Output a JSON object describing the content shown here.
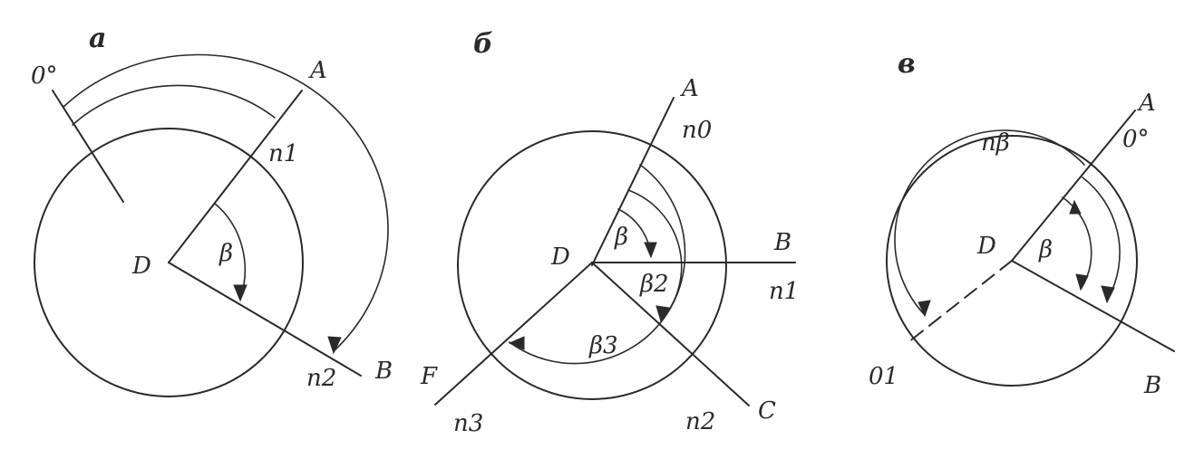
{
  "panels": {
    "a": {
      "title": "а",
      "labels": {
        "zero": "0°",
        "A": "A",
        "n1": "n1",
        "D": "D",
        "beta": "β",
        "n2": "n2",
        "B": "B"
      }
    },
    "b": {
      "title": "б",
      "labels": {
        "A": "A",
        "n0": "n0",
        "D": "D",
        "beta": "β",
        "B": "B",
        "n1": "n1",
        "beta2": "β2",
        "beta3": "β3",
        "F": "F",
        "n3": "n3",
        "n2": "n2",
        "C": "C"
      }
    },
    "c": {
      "title": "в",
      "labels": {
        "A": "A",
        "zero": "0°",
        "nbeta": "nβ",
        "D": "D",
        "beta": "β",
        "O1": "01",
        "B": "B"
      }
    }
  }
}
